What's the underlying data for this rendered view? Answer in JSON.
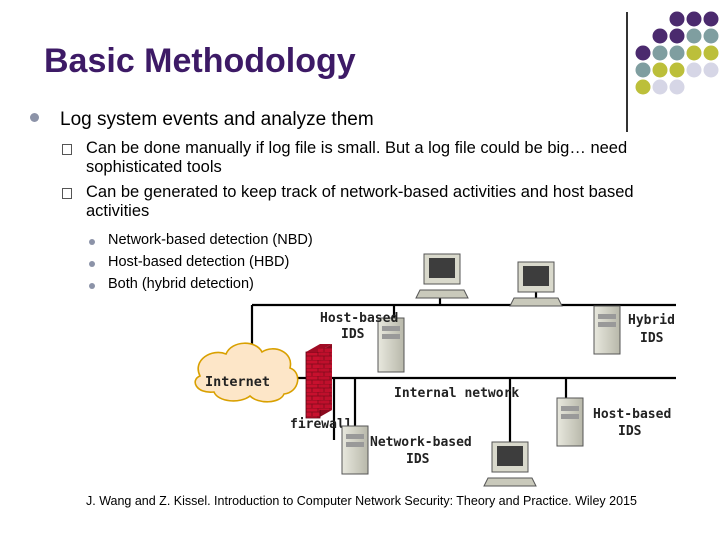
{
  "slide": {
    "title": "Basic Methodology",
    "bullets": [
      {
        "text": "Log system events and analyze them",
        "sub": [
          {
            "text": "Can be done manually if log file is small. But a log file could be big… need sophisticated tools"
          },
          {
            "text": "Can be generated to keep track of network-based activities and host based activities",
            "sub": [
              "Network-based detection (NBD)",
              "Host-based detection (HBD)",
              "Both (hybrid detection)"
            ]
          }
        ]
      }
    ],
    "citation": "J. Wang and Z. Kissel. Introduction to Computer Network Security: Theory and Practice. Wiley 2015"
  },
  "diagram": {
    "labels": {
      "host_ids_top_1": "Host-based",
      "host_ids_top_2": "IDS",
      "hybrid_1": "Hybrid",
      "hybrid_2": "IDS",
      "internet": "Internet",
      "internal_network": "Internal network",
      "firewall": "firewall",
      "host_ids_right_1": "Host-based",
      "host_ids_right_2": "IDS",
      "network_ids_1": "Network-based",
      "network_ids_2": "IDS"
    }
  },
  "colors": {
    "title": "#3d1a66",
    "dot_purple": "#4b2a6e",
    "dot_teal": "#7f9ea0",
    "dot_olive": "#bcbf3a",
    "dot_light": "#d6d6e6",
    "firewall_red": "#c8102e",
    "cloud_fill": "#fde6c8"
  },
  "icons": [
    "bullet-dot-icon",
    "checkbox-bullet-icon",
    "computer-icon",
    "server-tower-icon",
    "cloud-icon",
    "firewall-icon"
  ]
}
